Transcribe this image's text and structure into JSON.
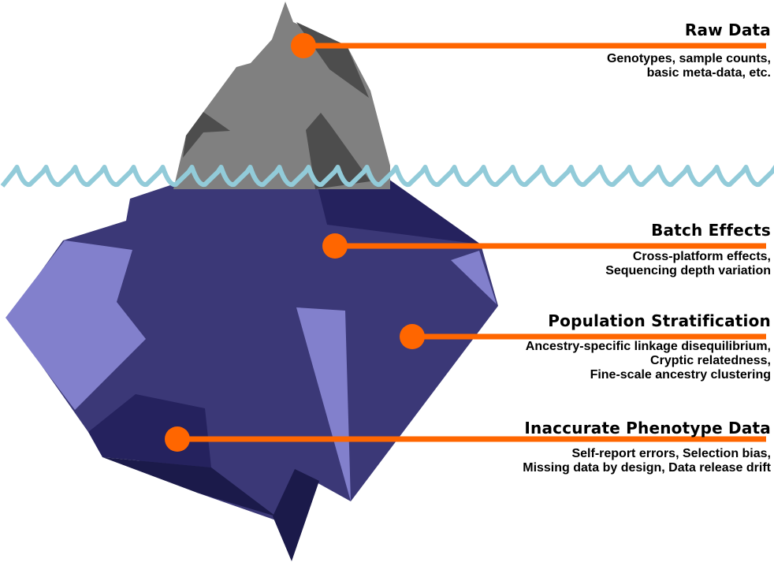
{
  "diagram": {
    "type": "iceberg",
    "colors": {
      "background": "#ffffff",
      "tip_light": "#808080",
      "tip_dark": "#4d4d4d",
      "water_line": "#92cbd9",
      "berg_main": "#3b3877",
      "berg_dark": "#25225e",
      "berg_darker": "#1b1a4a",
      "berg_light": "#8280cc",
      "pointer": "#ff6600",
      "text": "#000000"
    },
    "callouts": [
      {
        "id": "raw-data",
        "title": "Raw Data",
        "lines": [
          "Genotypes, sample counts,",
          "basic meta-data, etc."
        ],
        "zone": "above-water"
      },
      {
        "id": "batch-effects",
        "title": "Batch Effects",
        "lines": [
          "Cross-platform effects,",
          "Sequencing depth variation"
        ],
        "zone": "below-water"
      },
      {
        "id": "population-stratification",
        "title": "Population Stratification",
        "lines": [
          "Ancestry-specific linkage disequilibrium,",
          "Cryptic relatedness,",
          "Fine-scale ancestry clustering"
        ],
        "zone": "below-water"
      },
      {
        "id": "inaccurate-phenotype-data",
        "title": "Inaccurate Phenotype Data",
        "lines": [
          "Self-report errors, Selection bias,",
          "Missing data by design, Data release drift"
        ],
        "zone": "below-water"
      }
    ]
  }
}
